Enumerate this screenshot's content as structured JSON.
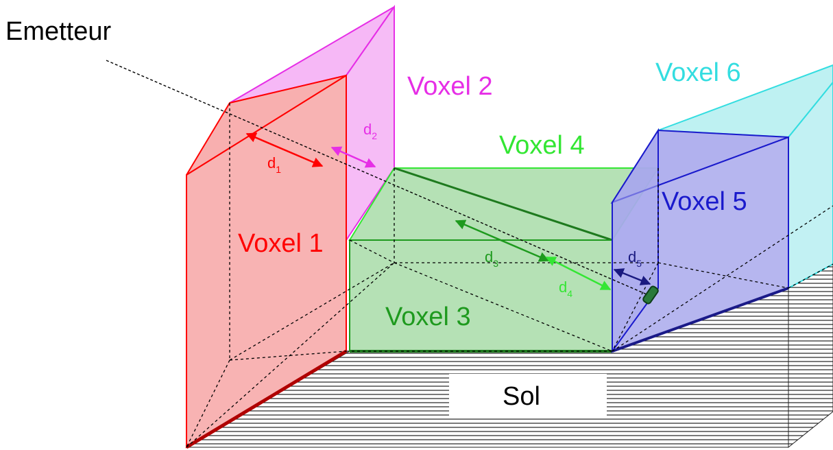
{
  "labels": {
    "emitter": "Emetteur",
    "ground": "Sol",
    "voxel1": "Voxel 1",
    "voxel2": "Voxel 2",
    "voxel3": "Voxel 3",
    "voxel4": "Voxel 4",
    "voxel5": "Voxel 5",
    "voxel6": "Voxel 6"
  },
  "distances": [
    {
      "base": "d",
      "index": "1"
    },
    {
      "base": "d",
      "index": "2"
    },
    {
      "base": "d",
      "index": "3"
    },
    {
      "base": "d",
      "index": "4"
    },
    {
      "base": "d",
      "index": "5"
    }
  ],
  "colors": {
    "voxel1": "#ff0000",
    "voxel2": "#e62ee6",
    "voxel3": "#1e9a1e",
    "voxel4": "#33e633",
    "voxel5": "#1a1acc",
    "voxel6": "#33dde0",
    "voxel1_fill": "#f7a6a6",
    "voxel2_fill": "#f5b0f5",
    "voxel34_fill": "#a8dca8",
    "voxel5_fill": "#a9a9ec",
    "voxel6_fill": "#b3eef0",
    "sensor": "#2a7a3a"
  }
}
